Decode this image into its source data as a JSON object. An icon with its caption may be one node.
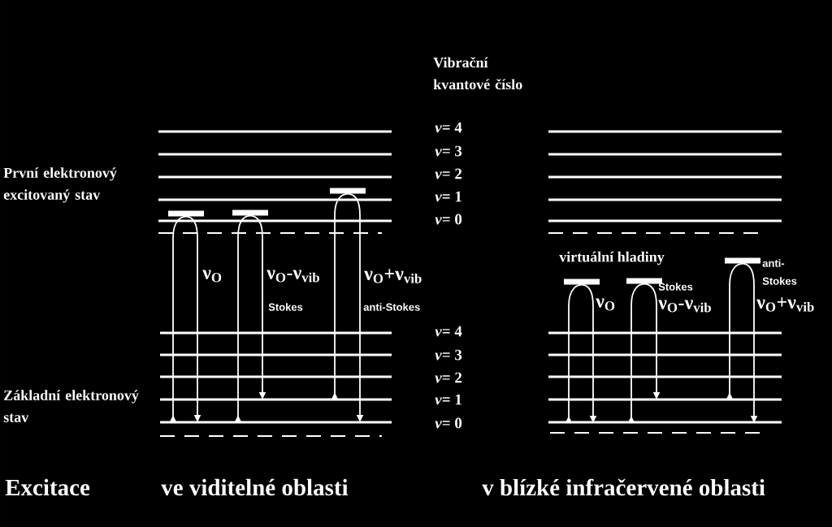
{
  "diagram": {
    "nodes": [
      {
        "text": [],
        "shape": "bar"
      },
      {
        "text": [],
        "shape": "bar"
      },
      {
        "text": [],
        "shape": "bar"
      },
      {
        "text": [],
        "shape": "bar"
      },
      {
        "text": [],
        "shape": "bar"
      },
      {
        "text": [],
        "shape": "bar"
      }
    ],
    "edges": [
      {
        "from": null,
        "to": 0,
        "arrow": "to"
      },
      {
        "from": 0,
        "to": null,
        "arrow": "to"
      },
      {
        "from": null,
        "to": 1,
        "arrow": "to"
      },
      {
        "from": 1,
        "to": null,
        "arrow": "to"
      },
      {
        "from": null,
        "to": 2,
        "arrow": "to"
      },
      {
        "from": 2,
        "to": null,
        "arrow": "to"
      },
      {
        "from": null,
        "to": 3,
        "arrow": "to"
      },
      {
        "from": 3,
        "to": null,
        "arrow": "to"
      },
      {
        "from": null,
        "to": 4,
        "arrow": "to"
      },
      {
        "from": 4,
        "to": null,
        "arrow": "to"
      },
      {
        "from": null,
        "to": 5,
        "arrow": "to"
      },
      {
        "from": 5,
        "to": null,
        "arrow": "to"
      }
    ],
    "labels": [
      "Vibrační kvantové číslo",
      "První elektronový excitovaný stav",
      "*v*= 4",
      "*v*= 3",
      "*v*= 2",
      "*v*= 1",
      "*v*= 0",
      "ν$_{O}$",
      "ν$_{O}$-ν$_{vib}$",
      "Stokes",
      "ν$_{O}$+ν$_{vib}$",
      "anti-Stokes",
      "virtuální hladiny",
      "ν$_{O}$",
      "Stokes",
      "ν$_{O}$-ν$_{vib}$",
      "anti-Stokes",
      "ν$_{O}$+ν$_{vib}$",
      "*v*= 4",
      "*v*= 3",
      "*v*= 2",
      "*v*= 1",
      "*v*= 0",
      "Základní elektronový stav",
      "Excitace",
      "ve viditelné oblasti",
      "v blízké infračervené oblasti"
    ]
  }
}
